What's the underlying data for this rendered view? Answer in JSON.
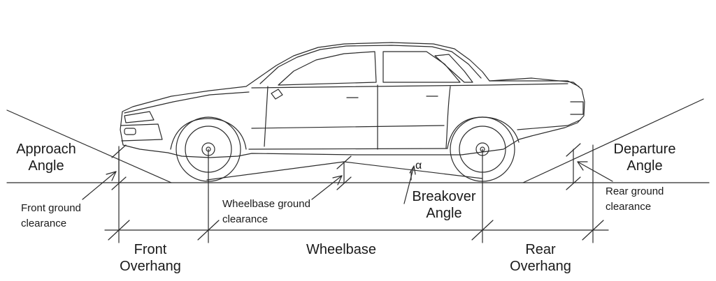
{
  "labels": {
    "approach_angle": [
      "Approach",
      "Angle"
    ],
    "departure_angle": [
      "Departure",
      "Angle"
    ],
    "breakover_angle": [
      "Breakover",
      "Angle"
    ],
    "front_ground_clearance": [
      "Front ground",
      "clearance"
    ],
    "wheelbase_ground_clearance": [
      "Wheelbase ground",
      "clearance"
    ],
    "rear_ground_clearance": [
      "Rear ground",
      "clearance"
    ],
    "front_overhang": [
      "Front",
      "Overhang"
    ],
    "wheelbase": "Wheelbase",
    "rear_overhang": [
      "Rear",
      "Overhang"
    ],
    "alpha_symbol": "α"
  },
  "colors": {
    "line": "#2b2b2b",
    "background": "#ffffff"
  },
  "icons": {
    "vehicle": "sedan-side-view-icon"
  }
}
